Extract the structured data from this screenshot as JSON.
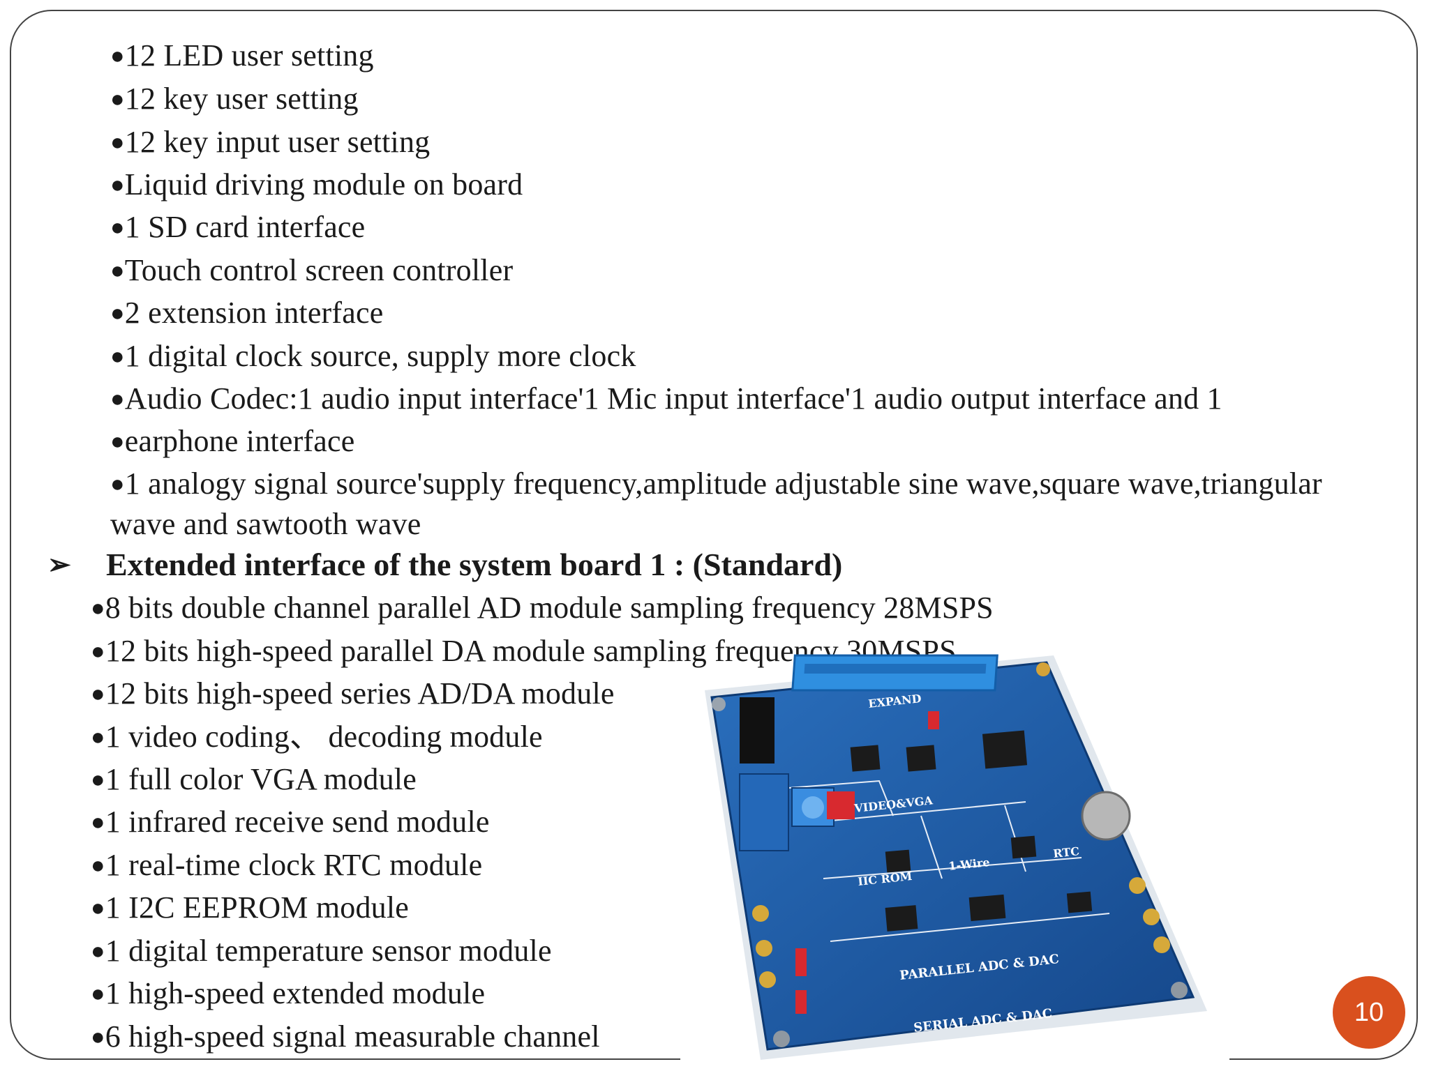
{
  "bullet_glyph": "●",
  "features_top": [
    "12 LED user setting",
    "12 key user setting",
    "12 key input user setting",
    "Liquid driving module on board",
    "1 SD card interface",
    "Touch control screen controller",
    "2 extension interface",
    "1 digital clock source, supply more clock",
    "Audio Codec:1 audio input interface'1 Mic input interface'1 audio output interface and 1",
    "earphone interface",
    "1 analogy signal source'supply frequency,amplitude adjustable sine wave,square wave,triangular"
  ],
  "features_top_continuation": "wave and sawtooth wave",
  "heading": {
    "arrow": "➢",
    "text": "Extended interface of the system board 1 : (Standard)"
  },
  "features_extended": [
    "8 bits double channel parallel AD module sampling frequency 28MSPS",
    "12 bits high-speed parallel DA module sampling frequency 30MSPS",
    "12 bits high-speed series AD/DA module",
    "1 video coding、 decoding module",
    "1 full color VGA module",
    "1 infrared receive send module",
    "1 real-time clock RTC module",
    "1 I2C EEPROM module",
    "1 digital temperature sensor module",
    "1 high-speed extended module",
    "6 high-speed signal measurable channel"
  ],
  "board_labels": {
    "expand": "EXPAND",
    "video_vga": "VIDEO&VGA",
    "one_wire": "1-Wire",
    "rtc": "RTC",
    "iic_rom": "IIC ROM",
    "parallel": "PARALLEL ADC & DAC",
    "serial": "SERIAL ADC & DAC"
  },
  "colors": {
    "board": "#1f5fa8",
    "page_badge": "#d9501e"
  },
  "page_number": "10"
}
